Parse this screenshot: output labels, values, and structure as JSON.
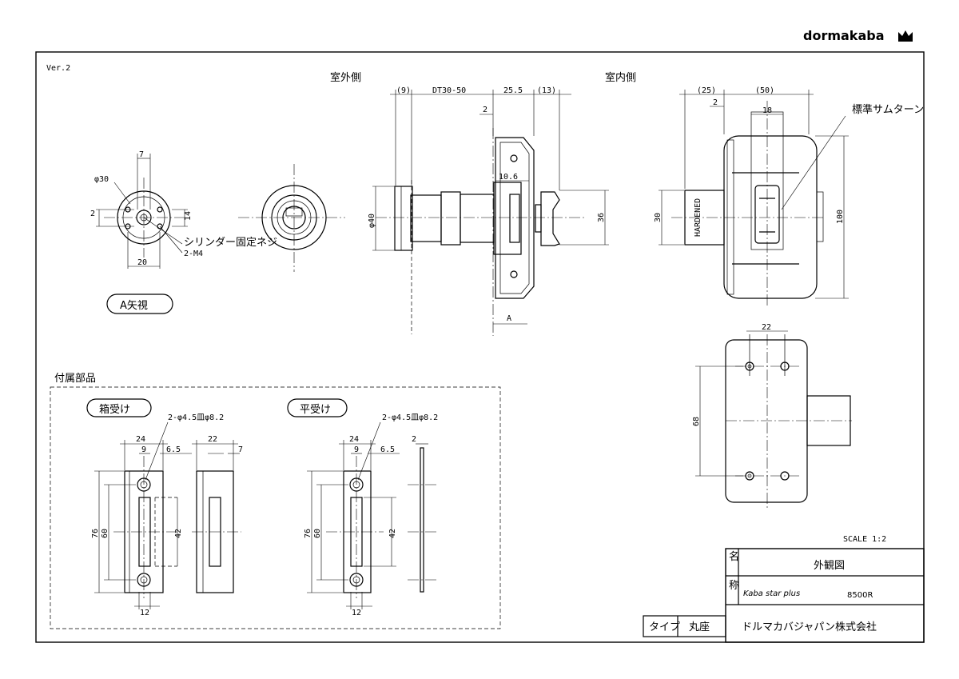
{
  "brand": {
    "name": "dormakaba"
  },
  "version": "Ver.2",
  "views": {
    "outdoor": "室外側",
    "indoor": "室内側",
    "arrow_view": "A矢視",
    "arrow_letter": "A"
  },
  "dims": {
    "d7": "7",
    "d30": "φ30",
    "d2": "2",
    "d14": "14",
    "d20": "20",
    "screw": "シリンダー固定ネジ",
    "m4": "2-M4",
    "d9": "(9)",
    "dt": "DT30-50",
    "d255": "25.5",
    "d13": "(13)",
    "d2b": "2",
    "d106": "10.6",
    "d40": "φ40",
    "d36": "36",
    "d25": "(25)",
    "d50": "(50)",
    "d2c": "2",
    "d18": "18",
    "turn": "標準サムターン",
    "d30b": "30",
    "hardened": "HARDENED",
    "d100": "100",
    "d22": "22",
    "d68": "68"
  },
  "accessories": {
    "title": "付属部品",
    "box_strike": "箱受け",
    "flat_strike": "平受け",
    "holes_1": "2-φ4.5皿φ8.2",
    "holes_2": "2-φ4.5皿φ8.2",
    "d24a": "24",
    "d9a": "9",
    "d65a": "6.5",
    "d22a": "22",
    "d7a": "7",
    "d76a": "76",
    "d60a": "60",
    "d42a": "42",
    "d12a": "12",
    "d24b": "24",
    "d9b": "9",
    "d65b": "6.5",
    "d2b": "2",
    "d76b": "76",
    "d60b": "60",
    "d42b": "42",
    "d12b": "12"
  },
  "title_block": {
    "scale": "SCALE  1:2",
    "name_label_1": "名",
    "name_label_2": "称",
    "drawing_name": "外観図",
    "product_prefix": "Kaba star plus",
    "product_model": "8500R",
    "type_label": "タイプ",
    "type_value": "丸座",
    "company": "ドルマカバジャパン株式会社"
  }
}
